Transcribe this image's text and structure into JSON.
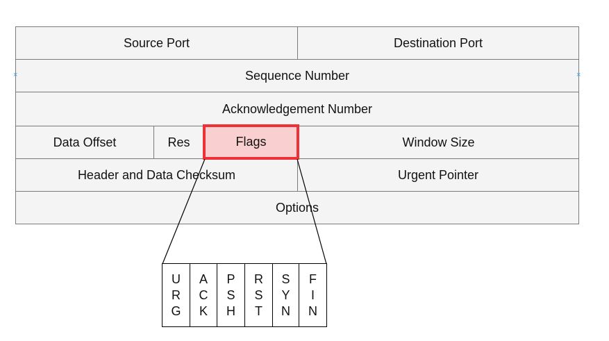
{
  "header": {
    "source_port": "Source Port",
    "destination_port": "Destination Port",
    "sequence_number": "Sequence Number",
    "acknowledgement_number": "Acknowledgement Number",
    "data_offset": "Data Offset",
    "reserved": "Res",
    "flags": "Flags",
    "window_size": "Window Size",
    "checksum": "Header and Data Checksum",
    "urgent_pointer": "Urgent Pointer",
    "options": "Options"
  },
  "flags_detail": [
    {
      "name": "URG",
      "letters": [
        "U",
        "R",
        "G"
      ]
    },
    {
      "name": "ACK",
      "letters": [
        "A",
        "C",
        "K"
      ]
    },
    {
      "name": "PSH",
      "letters": [
        "P",
        "S",
        "H"
      ]
    },
    {
      "name": "RST",
      "letters": [
        "R",
        "S",
        "T"
      ]
    },
    {
      "name": "SYN",
      "letters": [
        "S",
        "Y",
        "N"
      ]
    },
    {
      "name": "FIN",
      "letters": [
        "F",
        "I",
        "N"
      ]
    }
  ],
  "colors": {
    "cell_fill": "#f4f4f4",
    "cell_border": "#7a7a7a",
    "highlight_fill": "#f9cfcf",
    "highlight_border": "#ee3138",
    "selection_handle": "#3da0e6"
  },
  "icons": {
    "left_handle": "x-handle-icon",
    "right_handle": "x-handle-icon"
  },
  "handle_glyph": "×"
}
